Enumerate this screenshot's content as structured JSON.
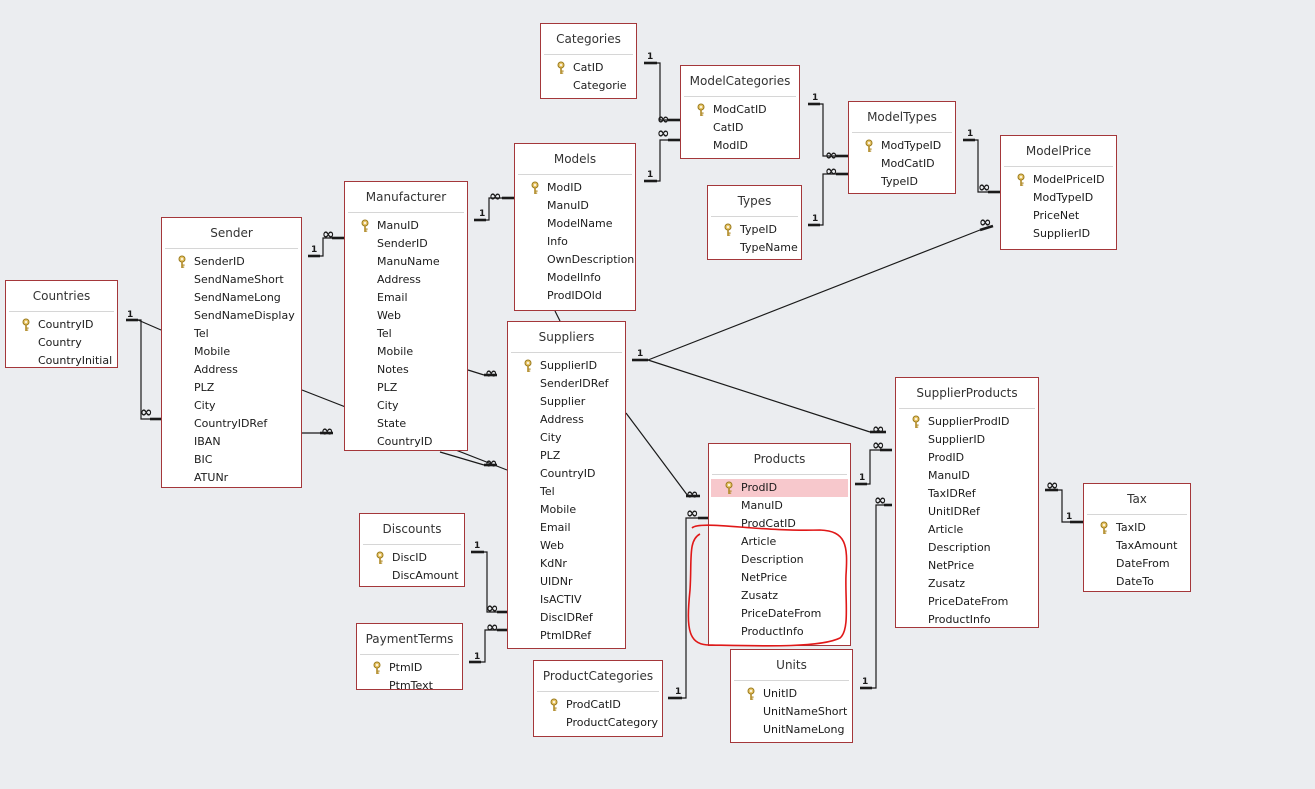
{
  "colors": {
    "background": "#ebedf0",
    "table_border": "#a4373a",
    "selected_row": "#f7c8cc",
    "link_line": "#1a1a1a",
    "annotation": "#e01818"
  },
  "icons": {
    "primary_key": "key-icon"
  },
  "tables": {
    "categories": {
      "title": "Categories",
      "fields": [
        {
          "name": "CatID",
          "pk": true
        },
        {
          "name": "Categorie"
        }
      ]
    },
    "modelcategories": {
      "title": "ModelCategories",
      "fields": [
        {
          "name": "ModCatID",
          "pk": true
        },
        {
          "name": "CatID"
        },
        {
          "name": "ModID"
        }
      ]
    },
    "modeltypes": {
      "title": "ModelTypes",
      "fields": [
        {
          "name": "ModTypeID",
          "pk": true
        },
        {
          "name": "ModCatID"
        },
        {
          "name": "TypeID"
        }
      ]
    },
    "modelprice": {
      "title": "ModelPrice",
      "fields": [
        {
          "name": "ModelPriceID",
          "pk": true
        },
        {
          "name": "ModTypeID"
        },
        {
          "name": "PriceNet"
        },
        {
          "name": "SupplierID"
        }
      ]
    },
    "types": {
      "title": "Types",
      "fields": [
        {
          "name": "TypeID",
          "pk": true
        },
        {
          "name": "TypeName"
        }
      ]
    },
    "models": {
      "title": "Models",
      "fields": [
        {
          "name": "ModID",
          "pk": true
        },
        {
          "name": "ManuID"
        },
        {
          "name": "ModelName"
        },
        {
          "name": "Info"
        },
        {
          "name": "OwnDescription"
        },
        {
          "name": "ModelInfo"
        },
        {
          "name": "ProdIDOld"
        }
      ]
    },
    "manufacturer": {
      "title": "Manufacturer",
      "fields": [
        {
          "name": "ManuID",
          "pk": true
        },
        {
          "name": "SenderID"
        },
        {
          "name": "ManuName"
        },
        {
          "name": "Address"
        },
        {
          "name": "Email"
        },
        {
          "name": "Web"
        },
        {
          "name": "Tel"
        },
        {
          "name": "Mobile"
        },
        {
          "name": "Notes"
        },
        {
          "name": "PLZ"
        },
        {
          "name": "City"
        },
        {
          "name": "State"
        },
        {
          "name": "CountryID"
        }
      ]
    },
    "sender": {
      "title": "Sender",
      "fields": [
        {
          "name": "SenderID",
          "pk": true
        },
        {
          "name": "SendNameShort"
        },
        {
          "name": "SendNameLong"
        },
        {
          "name": "SendNameDisplay"
        },
        {
          "name": "Tel"
        },
        {
          "name": "Mobile"
        },
        {
          "name": "Address"
        },
        {
          "name": "PLZ"
        },
        {
          "name": "City"
        },
        {
          "name": "CountryIDRef"
        },
        {
          "name": "IBAN"
        },
        {
          "name": "BIC"
        },
        {
          "name": "ATUNr"
        }
      ]
    },
    "countries": {
      "title": "Countries",
      "fields": [
        {
          "name": "CountryID",
          "pk": true
        },
        {
          "name": "Country"
        },
        {
          "name": "CountryInitial"
        }
      ]
    },
    "suppliers": {
      "title": "Suppliers",
      "fields": [
        {
          "name": "SupplierID",
          "pk": true
        },
        {
          "name": "SenderIDRef"
        },
        {
          "name": "Supplier"
        },
        {
          "name": "Address"
        },
        {
          "name": "City"
        },
        {
          "name": "PLZ"
        },
        {
          "name": "CountryID"
        },
        {
          "name": "Tel"
        },
        {
          "name": "Mobile"
        },
        {
          "name": "Email"
        },
        {
          "name": "Web"
        },
        {
          "name": "KdNr"
        },
        {
          "name": "UIDNr"
        },
        {
          "name": "IsACTIV"
        },
        {
          "name": "DiscIDRef"
        },
        {
          "name": "PtmIDRef"
        }
      ]
    },
    "supplierproducts": {
      "title": "SupplierProducts",
      "fields": [
        {
          "name": "SupplierProdID",
          "pk": true
        },
        {
          "name": "SupplierID"
        },
        {
          "name": "ProdID"
        },
        {
          "name": "ManuID"
        },
        {
          "name": "TaxIDRef"
        },
        {
          "name": "UnitIDRef"
        },
        {
          "name": "Article"
        },
        {
          "name": "Description"
        },
        {
          "name": "NetPrice"
        },
        {
          "name": "Zusatz"
        },
        {
          "name": "PriceDateFrom"
        },
        {
          "name": "ProductInfo"
        }
      ]
    },
    "products": {
      "title": "Products",
      "fields": [
        {
          "name": "ProdID",
          "pk": true,
          "selected": true
        },
        {
          "name": "ManuID"
        },
        {
          "name": "ProdCatID"
        },
        {
          "name": "Article"
        },
        {
          "name": "Description"
        },
        {
          "name": "NetPrice"
        },
        {
          "name": "Zusatz"
        },
        {
          "name": "PriceDateFrom"
        },
        {
          "name": "ProductInfo"
        }
      ]
    },
    "tax": {
      "title": "Tax",
      "fields": [
        {
          "name": "TaxID",
          "pk": true
        },
        {
          "name": "TaxAmount"
        },
        {
          "name": "DateFrom"
        },
        {
          "name": "DateTo"
        }
      ]
    },
    "discounts": {
      "title": "Discounts",
      "fields": [
        {
          "name": "DiscID",
          "pk": true
        },
        {
          "name": "DiscAmount"
        }
      ]
    },
    "paymentterms": {
      "title": "PaymentTerms",
      "fields": [
        {
          "name": "PtmID",
          "pk": true
        },
        {
          "name": "PtmText"
        }
      ]
    },
    "productcategories": {
      "title": "ProductCategories",
      "fields": [
        {
          "name": "ProdCatID",
          "pk": true
        },
        {
          "name": "ProductCategory"
        }
      ]
    },
    "units": {
      "title": "Units",
      "fields": [
        {
          "name": "UnitID",
          "pk": true
        },
        {
          "name": "UnitNameShort"
        },
        {
          "name": "UnitNameLong"
        }
      ]
    }
  },
  "relationship_marks": {
    "one": "1",
    "many": "∞"
  }
}
